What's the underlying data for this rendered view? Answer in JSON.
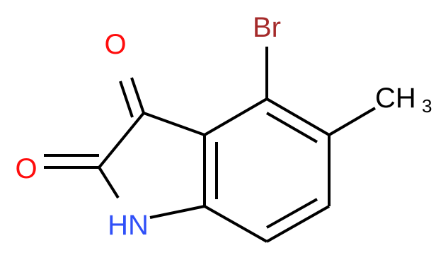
{
  "molecule": {
    "atoms": {
      "bromine": "Br",
      "oxygen_ketone": "O",
      "oxygen_lactam": "O",
      "methyl_c": "CH",
      "methyl_sub": "3",
      "amine": "HN"
    },
    "colors": {
      "bond": "#000000",
      "bromine": "#a52a2a",
      "oxygen": "#ff0d0d",
      "nitrogen": "#3050f8",
      "carbon_label": "#000000"
    }
  }
}
